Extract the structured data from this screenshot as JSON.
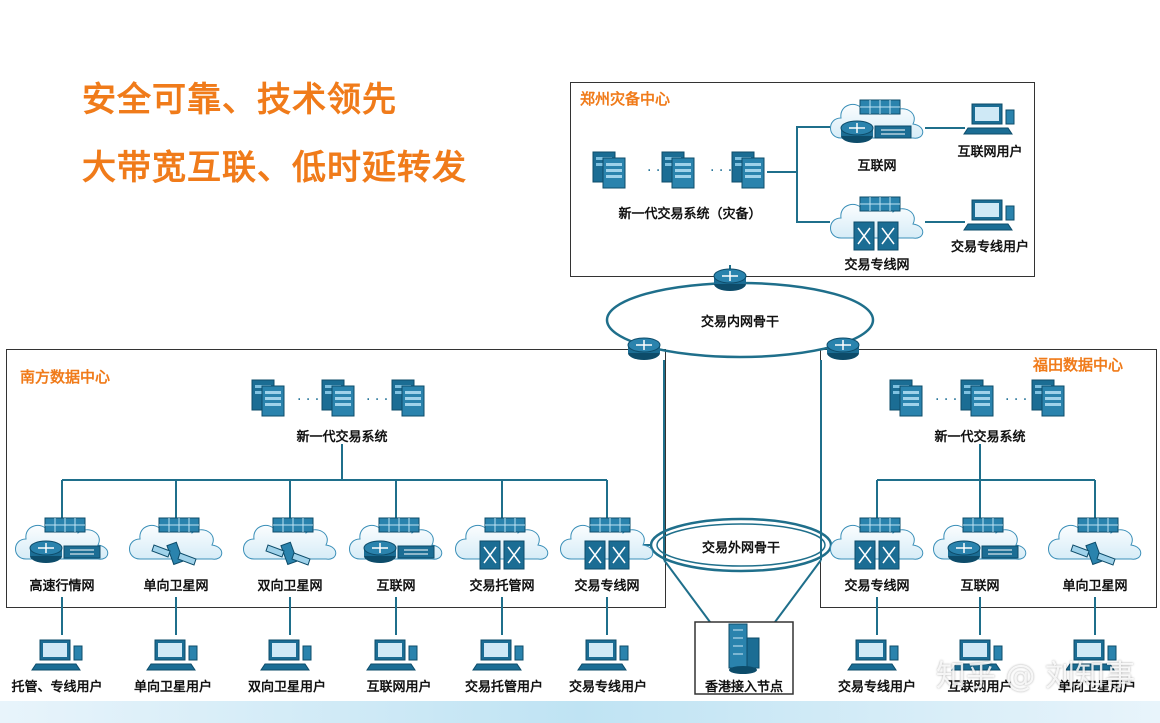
{
  "headline": {
    "line1": "安全可靠、技术领先",
    "line2": "大带宽互联、低时延转发"
  },
  "zhengzhou": {
    "title": "郑州灾备中心",
    "system_label": "新一代交易系统（灾备）",
    "internet_label": "互联网",
    "dedicated_label": "交易专线网",
    "internet_user": "互联网用户",
    "dedicated_user": "交易专线用户"
  },
  "backbone": {
    "inner": "交易内网骨干",
    "outer": "交易外网骨干"
  },
  "south": {
    "title": "南方数据中心",
    "system_label": "新一代交易系统",
    "networks": [
      "高速行情网",
      "单向卫星网",
      "双向卫星网",
      "互联网",
      "交易托管网",
      "交易专线网"
    ],
    "users": [
      "托管、专线用户",
      "单向卫星用户",
      "双向卫星用户",
      "互联网用户",
      "交易托管用户",
      "交易专线用户"
    ]
  },
  "futian": {
    "title": "福田数据中心",
    "system_label": "新一代交易系统",
    "networks": [
      "交易专线网",
      "互联网",
      "单向卫星网"
    ],
    "users": [
      "交易专线用户",
      "互联网用户",
      "单向卫星用户"
    ]
  },
  "hongkong": {
    "label": "香港接入节点"
  },
  "watermark": "知乎 @ 刘知事",
  "colors": {
    "accent": "#f07b1a",
    "line": "#1f6f8b",
    "device": "#1b6d94"
  }
}
